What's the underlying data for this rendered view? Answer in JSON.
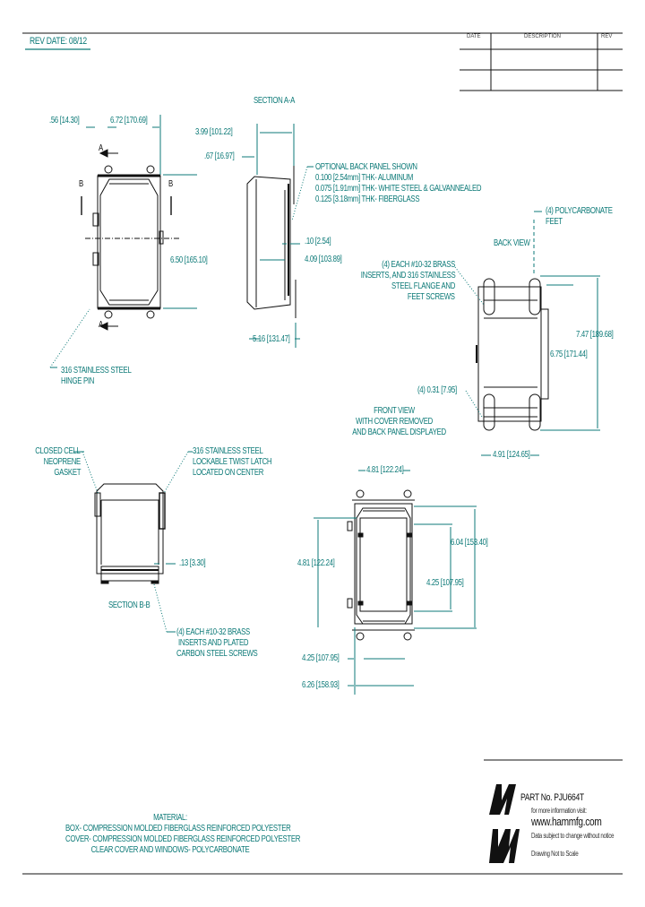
{
  "header": {
    "rev_date": "REV DATE: 08/12",
    "rev_table": {
      "col_date": "DATE",
      "col_description": "DESCRIPTION",
      "col_rev": "REV"
    }
  },
  "accent_color": "#0d7a78",
  "section_aa": {
    "title": "SECTION A-A",
    "dim_overall_depth": "3.99 [101.22]",
    "dim_flange": ".67 [16.97]",
    "dim_panel_gap": ".10 [2.54]",
    "dim_inside_depth": "4.09 [103.89]",
    "dim_total": "5.16 [131.47]",
    "note_back_panel": [
      "OPTIONAL BACK PANEL SHOWN",
      "0.100 [2.54mm] THK- ALUMINUM",
      "0.075 [1.91mm] THK- WHITE STEEL & GALVANNEALED",
      "0.125 [3.18mm] THK- FIBERGLASS"
    ]
  },
  "front_left": {
    "dim_hinge_offset": ".56 [14.30]",
    "dim_width": "6.72 [170.69]",
    "dim_height": "6.50 [165.10]",
    "section_marker_a": "A",
    "section_marker_b": "B",
    "note_hinge": [
      "316 STAINLESS STEEL",
      "HINGE PIN"
    ]
  },
  "back_view": {
    "title": "BACK VIEW",
    "note_feet": [
      "(4) POLYCARBONATE",
      "FEET"
    ],
    "note_inserts": [
      "(4) EACH #10-32 BRASS",
      "INSERTS, AND 316 STAINLESS",
      "STEEL FLANGE AND",
      "FEET SCREWS"
    ],
    "dim_overall_height": "7.47 [189.68]",
    "dim_mount_height": "6.75 [171.44]",
    "dim_hole": "(4) 0.31 [7.95]",
    "dim_width": "4.91 [124.65]",
    "caption": [
      "FRONT VIEW",
      "WITH COVER REMOVED",
      "AND BACK PANEL DISPLAYED"
    ]
  },
  "section_bb": {
    "title": "SECTION B-B",
    "note_gasket": [
      "CLOSED CELL",
      "NEOPRENE",
      "GASKET"
    ],
    "note_latch": [
      "316 STAINLESS STEEL",
      "LOCKABLE TWIST LATCH",
      "LOCATED ON CENTER"
    ],
    "dim_wall": ".13 [3.30]",
    "note_inserts": [
      "(4) EACH #10-32 BRASS",
      "INSERTS AND PLATED",
      "CARBON STEEL SCREWS"
    ]
  },
  "front_view": {
    "dim_top_width": "4.81 [122.24]",
    "dim_left_height": "4.81 [122.24]",
    "dim_outer_height": "6.04 [153.40]",
    "dim_inner_height": "4.25 [107.95]",
    "dim_inner_width": "4.25 [107.95]",
    "dim_outer_width": "6.26 [158.93]"
  },
  "material": {
    "title": "MATERIAL:",
    "lines": [
      "BOX- COMPRESSION MOLDED FIBERGLASS REINFORCED POLYESTER",
      "COVER- COMPRESSION MOLDED FIBERGLASS REINFORCED POLYESTER",
      "CLEAR COVER AND WINDOWS- POLYCARBONATE"
    ]
  },
  "title_block": {
    "part_no": "PART No. PJU664T",
    "info_prompt": "for more information visit:",
    "website": "www.hammfg.com",
    "disclaimer": "Data subject to change without notice",
    "scale_note": "Drawing Not to Scale",
    "logo": "hammond-logo-icon"
  }
}
